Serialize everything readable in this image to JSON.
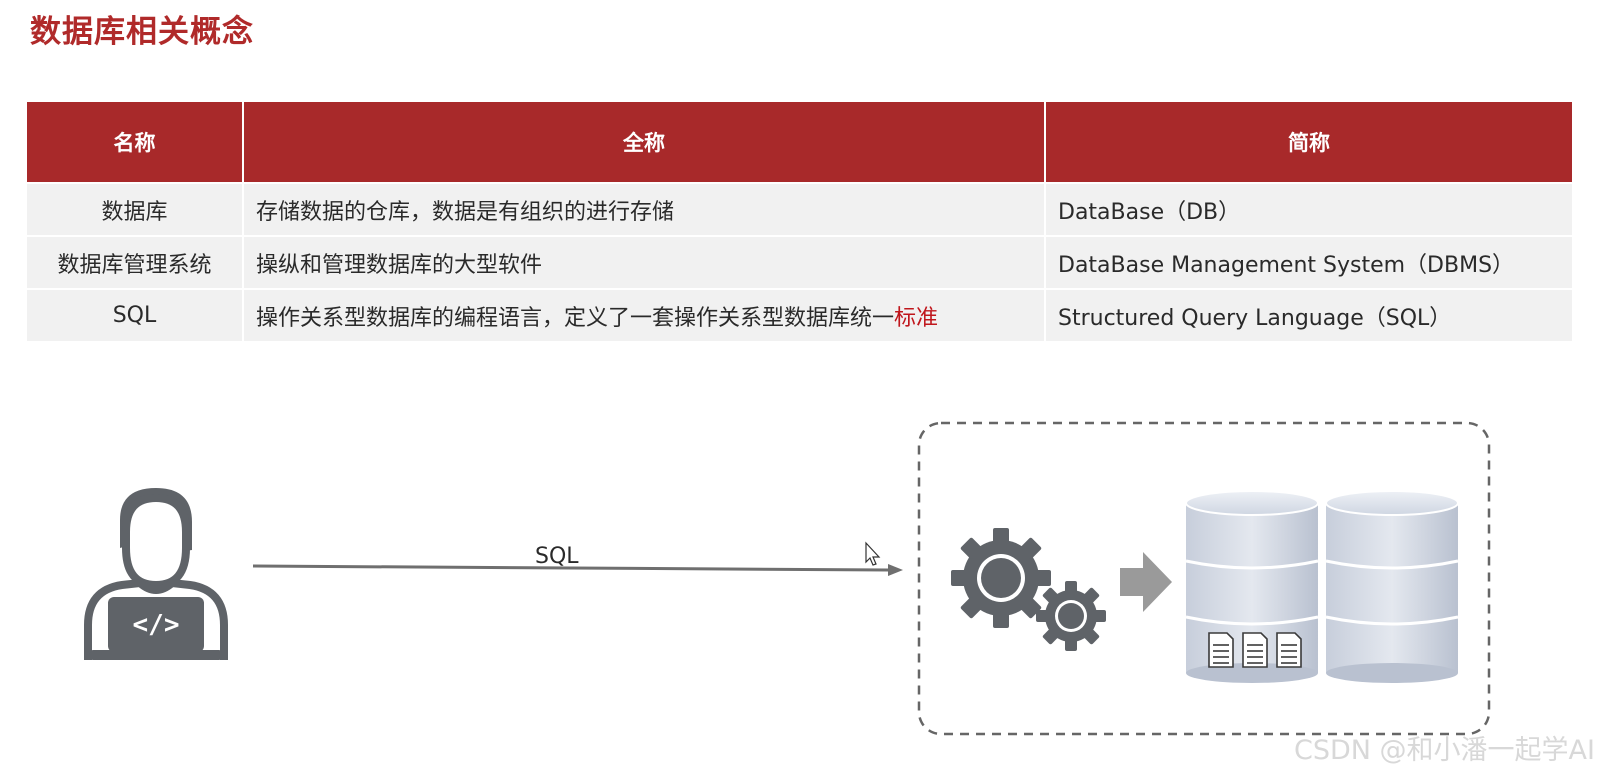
{
  "slide": {
    "title": "数据库相关概念"
  },
  "table": {
    "headers": [
      "名称",
      "全称",
      "简称"
    ],
    "rows": [
      {
        "name": "数据库",
        "full": "存储数据的仓库，数据是有组织的进行存储",
        "full_highlight": "",
        "abbr": "DataBase（DB）"
      },
      {
        "name": "数据库管理系统",
        "full": "操纵和管理数据库的大型软件",
        "full_highlight": "",
        "abbr": "DataBase Management System（DBMS）"
      },
      {
        "name": "SQL",
        "full": "操作关系型数据库的编程语言，定义了一套操作关系型数据库统一",
        "full_highlight": "标准",
        "abbr": "Structured Query Language（SQL）"
      }
    ]
  },
  "diagram": {
    "arrow_label": "SQL",
    "icons": [
      "developer-laptop-icon",
      "gears-icon",
      "arrow-right-icon",
      "database-cylinder-icon",
      "document-icon",
      "mouse-cursor-icon"
    ]
  },
  "watermark": "CSDN @和小潘一起学AI",
  "colors": {
    "accent": "#b02a2a",
    "header_bg": "#a8292a",
    "highlight": "#c0161c",
    "row_bg": "#f1f1f1",
    "icon_gray": "#5f6368"
  }
}
